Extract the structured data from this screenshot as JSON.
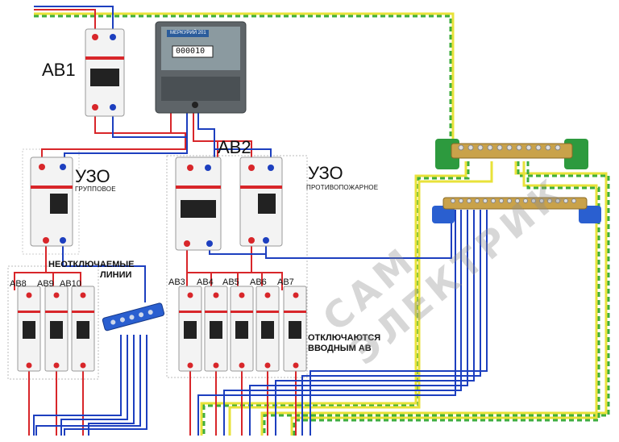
{
  "labels": {
    "ab1": "АВ1",
    "ab2": "АВ2",
    "uzo_left": "УЗО",
    "uzo_left_sub": "ГРУППОВОЕ",
    "uzo_right": "УЗО",
    "uzo_right_sub": "ПРОТИВОПОЖАРНОЕ",
    "neotkl_1": "НЕОТКЛЮЧАЕМЫЕ",
    "neotkl_2": "ЛИНИИ",
    "otkl_1": "ОТКЛЮЧАЮТСЯ",
    "otkl_2": "ВВОДНЫМ АВ",
    "ab3": "АВ3",
    "ab4": "АВ4",
    "ab5": "АВ5",
    "ab6": "АВ6",
    "ab7": "АВ7",
    "ab8": "АВ8",
    "ab9": "АВ9",
    "ab10": "АВ10"
  },
  "meter": {
    "brand": "МЕРКУРИЙ 201",
    "reading": "000010"
  },
  "watermark": "САМ ЭЛЕКТРИК",
  "colors": {
    "phase": "#d8262a",
    "neutral": "#1d3fbf",
    "earth_yellow": "#e8e23a",
    "earth_green": "#3fae3f",
    "box": "#bbbbbb"
  }
}
